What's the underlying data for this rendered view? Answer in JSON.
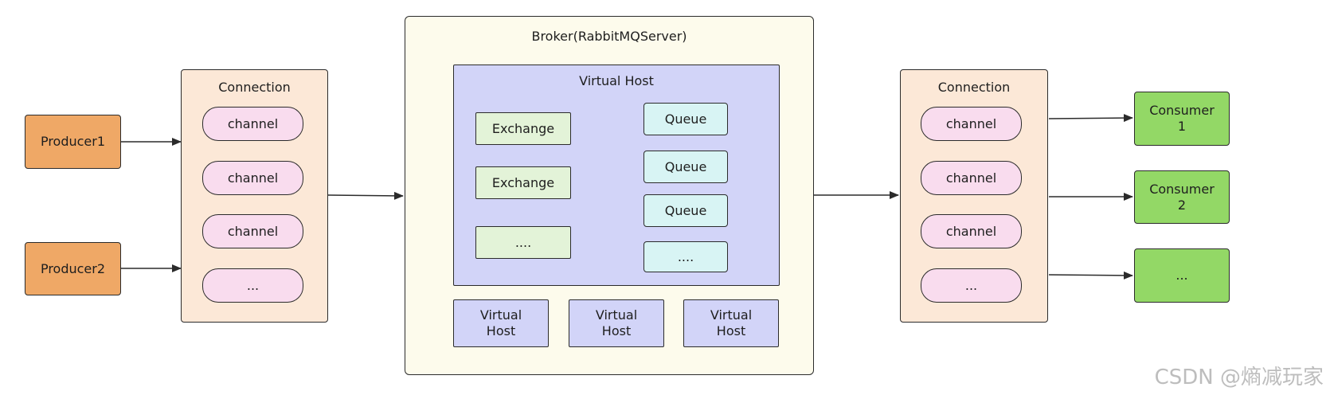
{
  "producers": [
    "Producer1",
    "Producer2"
  ],
  "connection_left": {
    "title": "Connection",
    "channels": [
      "channel",
      "channel",
      "channel",
      "..."
    ]
  },
  "broker": {
    "title": "Broker(RabbitMQServer)",
    "virtual_host": {
      "title": "Virtual Host",
      "exchanges": [
        "Exchange",
        "Exchange",
        "...."
      ],
      "queues": [
        "Queue",
        "Queue",
        "Queue",
        "...."
      ]
    },
    "other_virtual_hosts": [
      "Virtual\nHost",
      "Virtual\nHost",
      "Virtual\nHost"
    ]
  },
  "connection_right": {
    "title": "Connection",
    "channels": [
      "channel",
      "channel",
      "channel",
      "..."
    ]
  },
  "consumers": [
    "Consumer\n1",
    "Consumer\n2",
    "..."
  ],
  "watermark": "CSDN @熵减玩家",
  "colors": {
    "producer": "#efa866",
    "consumer": "#93d866",
    "connection": "#fce8d7",
    "channel": "#f9dcee",
    "broker": "#fdfbec",
    "virtual_host": "#d2d4f8",
    "exchange": "#e3f3d8",
    "queue": "#d8f4f4"
  }
}
